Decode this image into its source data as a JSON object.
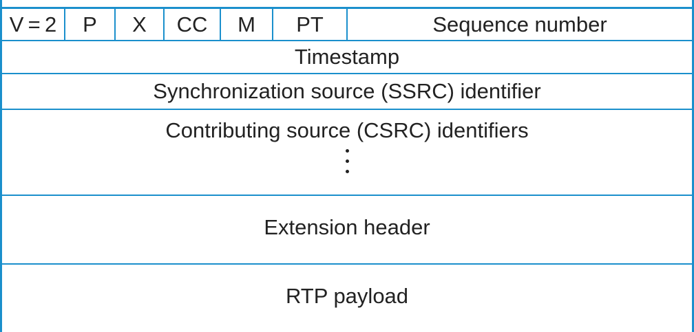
{
  "header_fields": {
    "version": "V = 2",
    "padding": "P",
    "extension": "X",
    "csrc_count": "CC",
    "marker": "M",
    "payload_type": "PT",
    "sequence_number": "Sequence number"
  },
  "rows": {
    "timestamp": "Timestamp",
    "ssrc": "Synchronization source (SSRC) identifier",
    "csrc": "Contributing source (CSRC) identifiers",
    "extension_header": "Extension header",
    "payload": "RTP payload"
  },
  "colors": {
    "border": "#1a8fcc",
    "text": "#222222"
  },
  "icons": {
    "continuation": "vertical-ellipsis-icon"
  }
}
